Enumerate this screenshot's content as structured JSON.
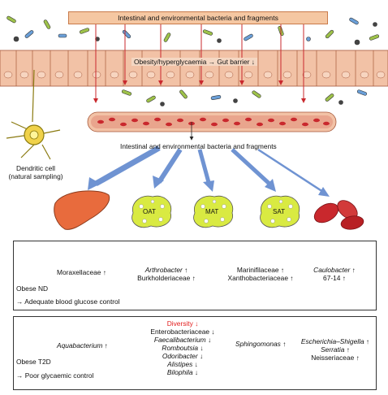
{
  "diagram": {
    "top_label": "Intestinal and environmental bacteria and fragments",
    "gut_label": "Obesity/hyperglycaemia → Gut barrier ↓",
    "blood_label": "Intestinal and environmental bacteria and fragments",
    "dendritic_label_line1": "Dendritic cell",
    "dendritic_label_line2": "(natural sampling)",
    "tissues": {
      "oat": "OAT",
      "mat": "MAT",
      "sat": "SAT"
    },
    "colors": {
      "tissue_pink": "#f2c2a6",
      "vessel_red": "#c9282d",
      "arrow_blue": "#6f93d2",
      "liver": "#e86b3d",
      "adipose": "#d9ea42"
    }
  },
  "panel_nd": {
    "group": "Obese ND",
    "control_note": "→ Adequate blood glucose control",
    "col1": [
      "Moraxellaceae ↑"
    ],
    "col2_line1": "Arthrobacter",
    "col2_arrow1": "↑",
    "col2_line2": "Burkholderiaceae ↑",
    "col3": [
      "Marinifilaceae ↑",
      "Xanthobacteriaceae ↑"
    ],
    "col4_line1": "Caulobacter",
    "col4_arrow1": "↑",
    "col4_line2": "67-14 ↑"
  },
  "panel_t2d": {
    "group": "Obese T2D",
    "control_note": "→ Poor glycaemic control",
    "col1": "Aquabacterium",
    "col1_arrow": "↑",
    "diversity": "Diversity ↓",
    "col2_rows": [
      {
        "name": "Enterobacteriaceae",
        "arrow": "↓",
        "italic": false
      },
      {
        "name": "Faecalibacterium",
        "arrow": "↓",
        "italic": true
      },
      {
        "name": "Romboutsia",
        "arrow": "↓",
        "italic": true
      },
      {
        "name": "Odoribacter",
        "arrow": "↓",
        "italic": true
      },
      {
        "name": "Alistipes",
        "arrow": "↓",
        "italic": true
      },
      {
        "name": "Bilophila",
        "arrow": "↓",
        "italic": true
      }
    ],
    "col3": "Sphingomonas",
    "col3_arrow": "↑",
    "col4_rows": [
      {
        "name": "Escherichia–Shigella",
        "arrow": "↑",
        "italic": true
      },
      {
        "name": "Serratia",
        "arrow": "↑",
        "italic": true
      },
      {
        "name": "Neisseriaceae",
        "arrow": "↑",
        "italic": false
      }
    ]
  }
}
